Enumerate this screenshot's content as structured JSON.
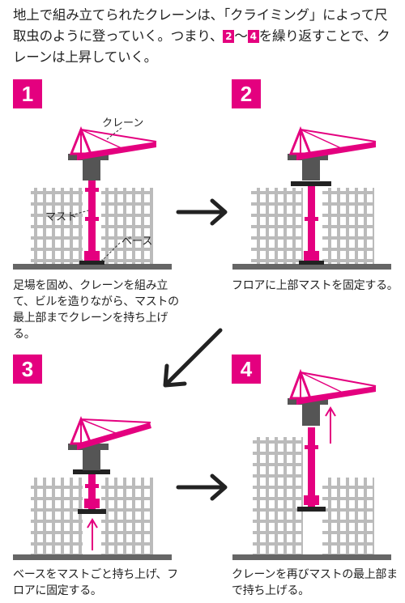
{
  "intro": {
    "before": "地上で組み立てられたクレーンは、「クライミング」によって尺取虫のように登っていく。つまり、",
    "step_from": "2",
    "tilde": "〜",
    "step_to": "4",
    "after": "を繰り返すことで、クレーンは上昇していく。"
  },
  "steps": [
    {
      "number": "1",
      "caption": "足場を固め、クレーンを組み立て、ビルを造りながら、マストの最上部までクレーンを持ち上げる。"
    },
    {
      "number": "2",
      "caption": "フロアに上部マストを固定する。"
    },
    {
      "number": "3",
      "caption": "ベースをマストごと持ち上げ、フロアに固定する。"
    },
    {
      "number": "4",
      "caption": "クレーンを再びマストの最上部まで持ち上げる。"
    }
  ],
  "labels": {
    "crane": "クレーン",
    "mast": "マスト",
    "base": "ベース"
  },
  "colors": {
    "accent": "#e4007f",
    "dark": "#555555",
    "grid": "#bbbbbb",
    "ground": "#666666"
  }
}
